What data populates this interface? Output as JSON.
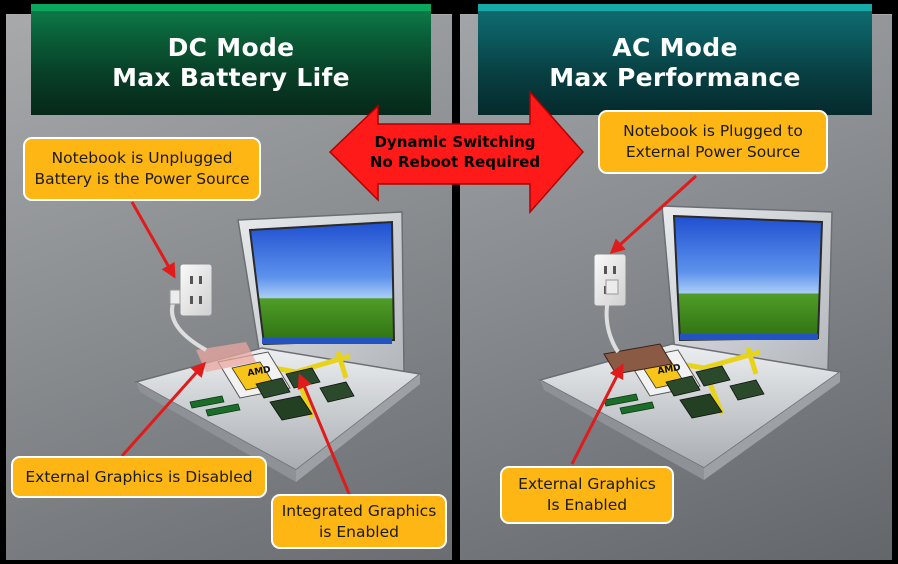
{
  "dc_mode": {
    "title_line1": "DC Mode",
    "title_line2": "Max Battery Life",
    "callout_power": [
      "Notebook is Unplugged",
      "Battery is the Power Source"
    ],
    "callout_external": [
      "External Graphics is Disabled"
    ],
    "callout_integrated": [
      "Integrated Graphics",
      "is Enabled"
    ]
  },
  "ac_mode": {
    "title_line1": "AC Mode",
    "title_line2": "Max Performance",
    "callout_power": [
      "Notebook is Plugged to",
      "External Power Source"
    ],
    "callout_external": [
      "External Graphics",
      "Is Enabled"
    ]
  },
  "switch_arrow": {
    "line1": "Dynamic Switching",
    "line2": "No Reboot Required"
  },
  "chip_label": "AMD",
  "colors": {
    "dc_header": "#0a5e38",
    "ac_header": "#0b5a5e",
    "callout_fill": "#fdb614",
    "pointer_arrow": "#e01b1b",
    "switch_arrow": "#ff1a1a"
  },
  "icons": [
    "wall-outlet-icon",
    "laptop-icon",
    "cpu-chip-icon",
    "memory-module-icon",
    "graphics-chip-icon",
    "power-cord-icon"
  ]
}
